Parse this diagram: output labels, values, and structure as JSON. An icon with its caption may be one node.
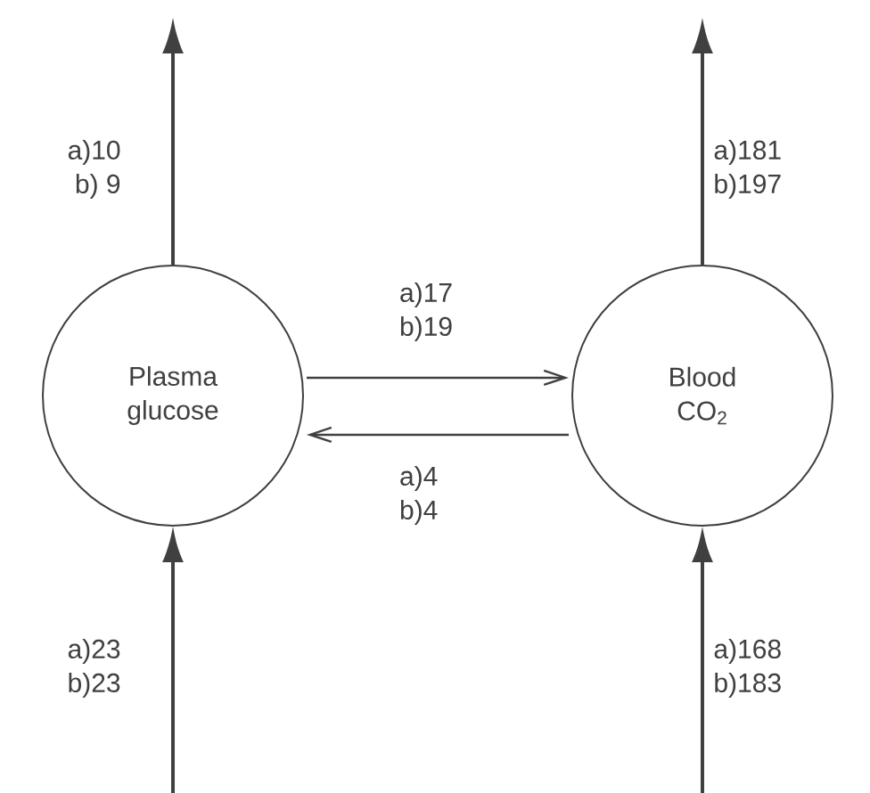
{
  "diagram": {
    "nodes": [
      {
        "text": [
          "Plasma glucose"
        ]
      },
      {
        "text": [
          "Blood CO$_{2}$"
        ]
      }
    ],
    "edges": [
      {
        "from": 0,
        "to": null,
        "arrow": "to",
        "label": "a)10 b) 9"
      },
      {
        "from": 1,
        "to": null,
        "arrow": "to",
        "label": "a)181 b)197"
      },
      {
        "from": 0,
        "to": 1,
        "arrow": "to",
        "label": "a)17 b)19"
      },
      {
        "from": 1,
        "to": 0,
        "arrow": "to",
        "label": "a)4 b)4"
      },
      {
        "from": null,
        "to": 0,
        "arrow": "to",
        "label": "a)23 b)23"
      },
      {
        "from": null,
        "to": 1,
        "arrow": "to",
        "label": "a)168 b)183"
      }
    ]
  }
}
